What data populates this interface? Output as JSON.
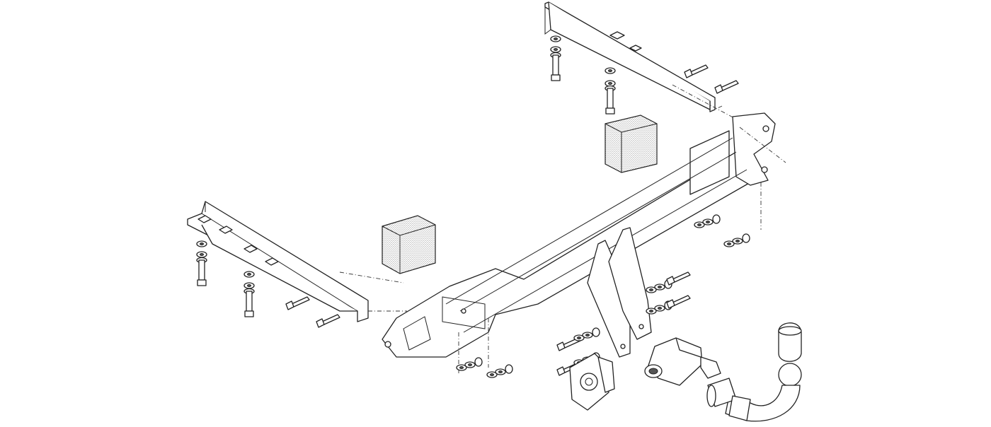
{
  "diagram": {
    "type": "exploded-assembly",
    "parts": [
      "left-mounting-bracket",
      "right-mounting-bracket",
      "main-crossbar",
      "spacer-block-left",
      "spacer-block-right",
      "electrical-socket-plate",
      "detachable-lock-module",
      "tow-ball-neck",
      "fastener-sets"
    ],
    "colors": {
      "line": "#222222",
      "background": "#ffffff",
      "stipple": "#999999"
    }
  }
}
